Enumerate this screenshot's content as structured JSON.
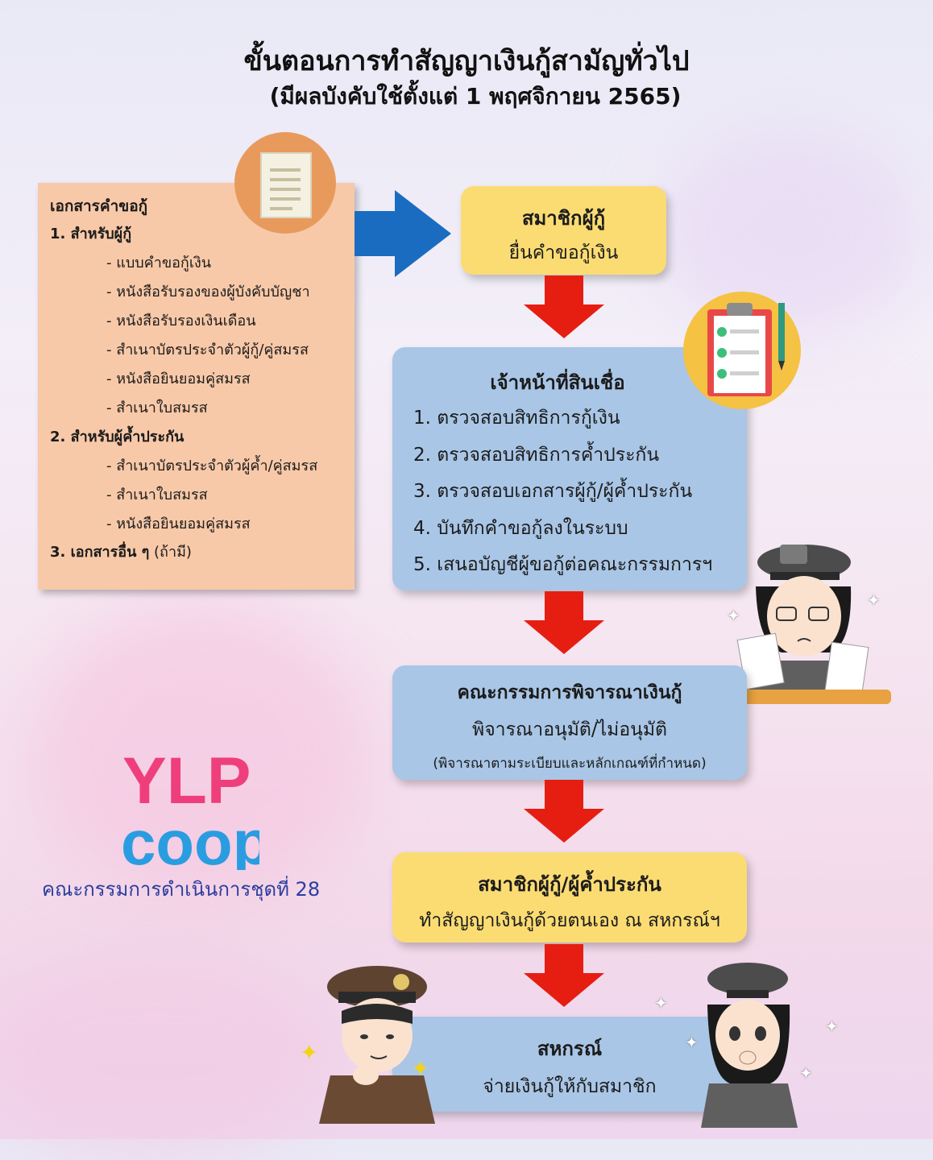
{
  "title": "ขั้นตอนการทำสัญญาเงินกู้สามัญทั่วไป",
  "subtitle": "(มีผลบังคับใช้ตั้งแต่ 1 พฤศจิกายน 2565)",
  "documents": {
    "heading": "เอกสารคำขอกู้",
    "borrower_heading": "1. สำหรับผู้กู้",
    "borrower_items": [
      "- แบบคำขอกู้เงิน",
      "- หนังสือรับรองของผู้บังคับบัญชา",
      "- หนังสือรับรองเงินเดือน",
      "- สำเนาบัตรประจำตัวผู้กู้/คู่สมรส",
      "- หนังสือยินยอมคู่สมรส",
      "- สำเนาใบสมรส"
    ],
    "guarantor_heading": "2. สำหรับผู้ค้ำประกัน",
    "guarantor_items": [
      "- สำเนาบัตรประจำตัวผู้ค้ำ/คู่สมรส",
      "- สำเนาใบสมรส",
      "- หนังสือยินยอมคู่สมรส"
    ],
    "other_bold": "3. เอกสารอื่น ๆ",
    "other_note": " (ถ้ามี)"
  },
  "steps": {
    "member": {
      "title": "สมาชิกผู้กู้",
      "text": "ยื่นคำขอกู้เงิน"
    },
    "officer": {
      "title": "เจ้าหน้าที่สินเชื่อ",
      "items": [
        "1. ตรวจสอบสิทธิการกู้เงิน",
        "2. ตรวจสอบสิทธิการค้ำประกัน",
        "3. ตรวจสอบเอกสารผู้กู้/ผู้ค้ำประกัน",
        "4. บันทึกคำขอกู้ลงในระบบ",
        "5. เสนอบัญชีผู้ขอกู้ต่อคณะกรรมการฯ"
      ]
    },
    "committee": {
      "title": "คณะกรรมการพิจารณาเงินกู้",
      "text": "พิจารณาอนุมัติ/ไม่อนุมัติ",
      "note": "(พิจารณาตามระเบียบและหลักเกณฑ์ที่กำหนด)"
    },
    "contract": {
      "title": "สมาชิกผู้กู้/ผู้ค้ำประกัน",
      "text": "ทำสัญญาเงินกู้ด้วยตนเอง ณ สหกรณ์ฯ"
    },
    "coop": {
      "title": "สหกรณ์",
      "text": "จ่ายเงินกู้ให้กับสมาชิก"
    }
  },
  "logo": {
    "top": "YLP",
    "bottom": "coop",
    "caption": "คณะกรรมการดำเนินการชุดที่ 28"
  },
  "icons": [
    "document-icon",
    "clipboard-icon",
    "arrow-right-icon",
    "arrow-down-icon"
  ],
  "colors": {
    "yellow_box": "#fbdc73",
    "blue_box": "#a9c6e6",
    "docs_box": "#f8c9a8",
    "red_arrow": "#e61e12",
    "blue_arrow": "#1a6cc0",
    "logo_pink": "#ee3f7c",
    "logo_blue": "#2a9de0"
  }
}
